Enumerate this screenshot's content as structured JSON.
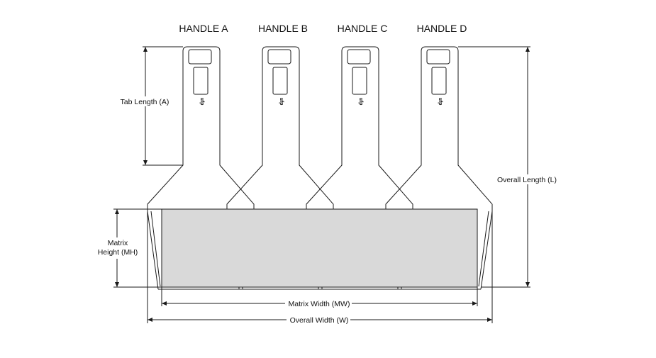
{
  "handles": [
    {
      "label": "HANDLE A",
      "logo": "ufp"
    },
    {
      "label": "HANDLE B",
      "logo": "ufp"
    },
    {
      "label": "HANDLE C",
      "logo": "ufp"
    },
    {
      "label": "HANDLE D",
      "logo": "ufp"
    }
  ],
  "dimensions": {
    "tab_length": "Tab Length (A)",
    "overall_length": "Overall Length (L)",
    "matrix_height_line1": "Matrix",
    "matrix_height_line2": "Height (MH)",
    "matrix_width": "Matrix Width (MW)",
    "overall_width": "Overall Width (W)"
  },
  "colors": {
    "line": "#1a1a1a",
    "matrix_fill": "#d9d9d9"
  }
}
